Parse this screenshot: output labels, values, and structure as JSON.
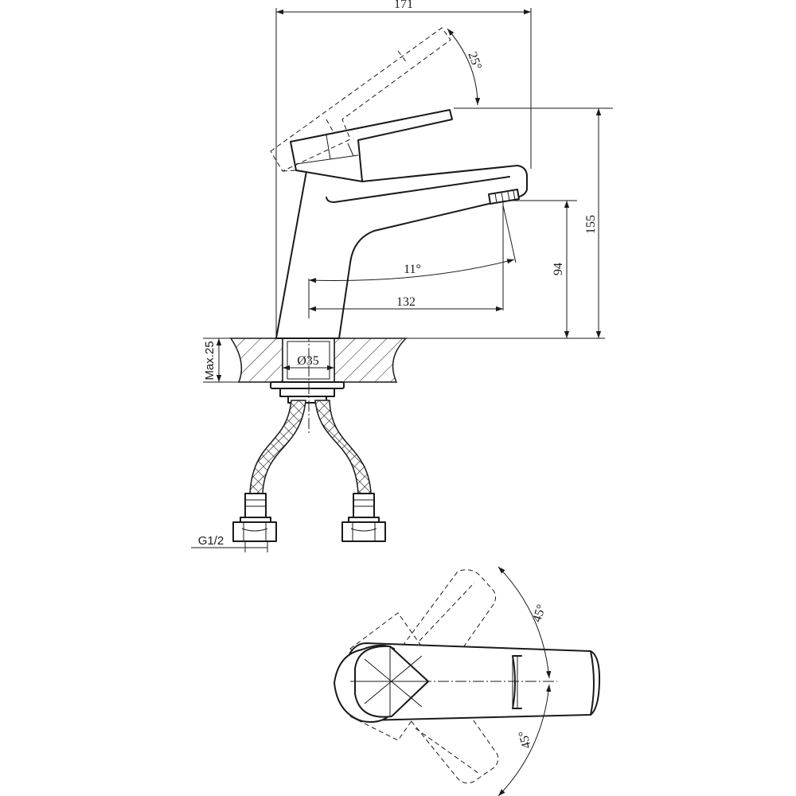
{
  "dimensions": {
    "overall_width": "171",
    "overall_height": "155",
    "spout_height": "94",
    "spout_reach": "132",
    "spout_angle": "11°",
    "lever_tilt": "25°",
    "hole_diameter": "Ø35",
    "max_deck_thickness": "Max.25",
    "thread_size": "G1/2",
    "rotation_left": "45°",
    "rotation_right": "45°"
  }
}
